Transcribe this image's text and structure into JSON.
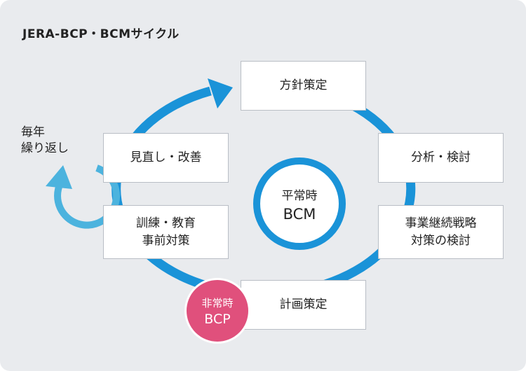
{
  "title": "JERA-BCP・BCMサイクル",
  "cycle": {
    "steps": [
      "方針策定",
      "分析・検討",
      "事業継続戦略\n対策の検討",
      "計画策定",
      "訓練・教育\n事前対策",
      "見直し・改善"
    ]
  },
  "center": {
    "line1": "平常時",
    "line2": "BCM"
  },
  "bcp": {
    "line1": "非常時",
    "line2": "BCP"
  },
  "repeat_label": "毎年\n繰り返し",
  "colors": {
    "ring": "#1a93d8",
    "repeat_arrow": "#4cb3de",
    "bcp": "#e0507c",
    "background": "#e9ebee"
  }
}
